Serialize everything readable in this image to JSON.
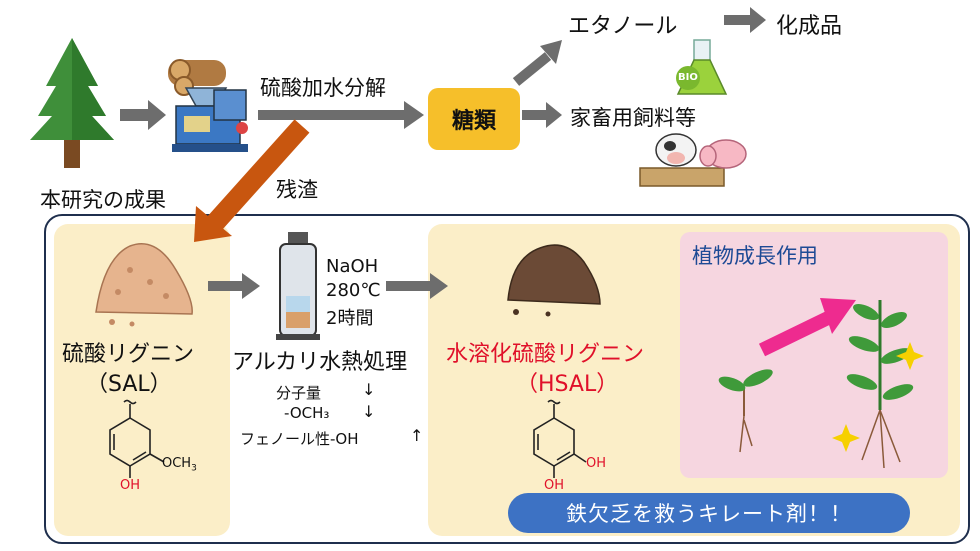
{
  "top": {
    "research_result": "本研究の成果",
    "hydrolysis": "硫酸加水分解",
    "sugar": "糖類",
    "ethanol": "エタノール",
    "chemicals": "化成品",
    "feed": "家畜用飼料等",
    "residue": "残渣",
    "bio_label": "BIO"
  },
  "sal": {
    "name": "硫酸リグニン",
    "abbr": "（SAL）",
    "substituent": "OCH",
    "substituent_sub": "3",
    "hydroxyl": "OH"
  },
  "process": {
    "reagent": "NaOH",
    "temperature": "280℃",
    "time": "2時間",
    "name": "アルカリ水熱処理",
    "changes": [
      {
        "label": "分子量",
        "arrow": "↓"
      },
      {
        "label": "-OCH₃",
        "arrow": "↓"
      },
      {
        "label": "フェノール性-OH",
        "arrow": "↑"
      }
    ]
  },
  "hsal": {
    "name": "水溶化硫酸リグニン",
    "abbr": "（HSAL）",
    "hydroxyl_top": "OH",
    "hydroxyl_bottom": "OH"
  },
  "plant": {
    "title": "植物成長作用"
  },
  "chelate": "鉄欠乏を救うキレート剤！！",
  "colors": {
    "arrow_gray": "#6d6d6d",
    "arrow_orange": "#c8560f",
    "sugar_box": "#f6bf2a",
    "panel": "#fbeec8",
    "plant_panel": "#f6d6e0",
    "chelate_bar": "#3d72c4",
    "highlight_red": "#e0102a",
    "title_blue": "#1e4a95",
    "magenta_arrow": "#ee2b8f"
  }
}
